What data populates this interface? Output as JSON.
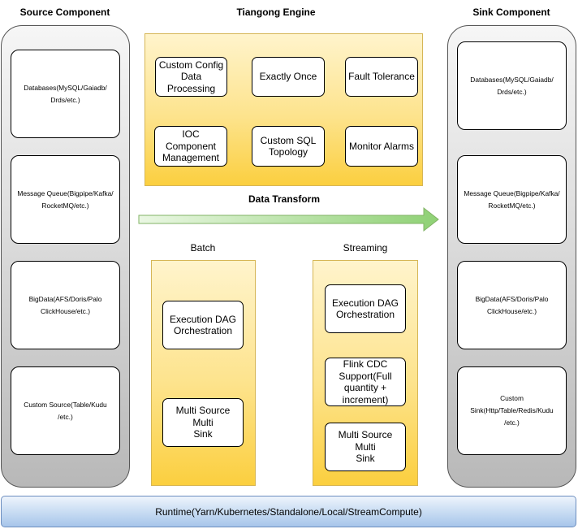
{
  "titles": {
    "source": "Source Component",
    "engine": "Tiangong Engine",
    "sink": "Sink Component",
    "data_transform": "Data Transform"
  },
  "source": {
    "items": [
      "Databases(MySQL/Gaiadb/\nDrds/etc.)",
      "Message Queue(Bigpipe/Kafka/\nRocketMQ/etc.)",
      "BigData(AFS/Doris/Palo\nClickHouse/etc.)",
      "Custom Source(Table/Kudu\n/etc.)"
    ]
  },
  "engine": {
    "features": [
      "Custom Config\nData\nProcessing",
      "Exactly Once",
      "Fault Tolerance",
      "IOC Component\nManagement",
      "Custom SQL\nTopology",
      "Monitor Alarms"
    ]
  },
  "batch": {
    "label": "Batch",
    "nodes": [
      "Execution DAG\nOrchestration",
      "Multi Source Multi\nSink"
    ]
  },
  "streaming": {
    "label": "Streaming",
    "nodes": [
      "Execution DAG\nOrchestration",
      "Flink CDC\nSupport(Full\nquantity +\nincrement)",
      "Multi Source Multi\nSink"
    ]
  },
  "sink": {
    "items": [
      "Databases(MySQL/Gaiadb/\nDrds/etc.)",
      "Message Queue(Bigpipe/Kafka/\nRocketMQ/etc.)",
      "BigData(AFS/Doris/Palo\nClickHouse/etc.)",
      "Custom\nSink(Http/Table/Redis/Kudu\n/etc.)"
    ]
  },
  "runtime": {
    "label": "Runtime(Yarn/Kubernetes/Standalone/Local/StreamCompute)"
  },
  "colors": {
    "panel_border": "#d6b656",
    "panel_fill": "#fde38c",
    "arrow_fill": "#8fd175",
    "arrow_stroke": "#82b366",
    "runtime_border": "#6c8ebf",
    "runtime_fill": "#c9ddf3"
  }
}
